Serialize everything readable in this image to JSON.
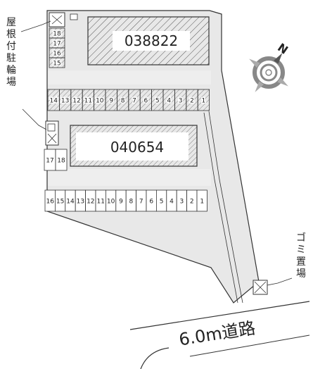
{
  "buildings": [
    {
      "id": "038822"
    },
    {
      "id": "040654"
    }
  ],
  "labels": {
    "bike_parking": "屋根付駐輪場",
    "garbage": "ゴミ置場",
    "road": "6.0m道路",
    "north": "N"
  },
  "parking_rows": {
    "right_stack": [
      "18",
      "17",
      "16",
      "15"
    ],
    "middle_row": [
      "14",
      "13",
      "12",
      "11",
      "10",
      "9",
      "8",
      "7",
      "6",
      "5",
      "4",
      "3",
      "2",
      "1"
    ],
    "left_pair": [
      "17",
      "18"
    ],
    "bottom_row": [
      "16",
      "15",
      "14",
      "13",
      "12",
      "11",
      "10",
      "9",
      "8",
      "7",
      "6",
      "5",
      "4",
      "3",
      "2",
      "1"
    ]
  },
  "colors": {
    "line": "#333333",
    "lot": "#e8e8e8",
    "road": "#ffffff",
    "compass_gray": "#888888"
  }
}
